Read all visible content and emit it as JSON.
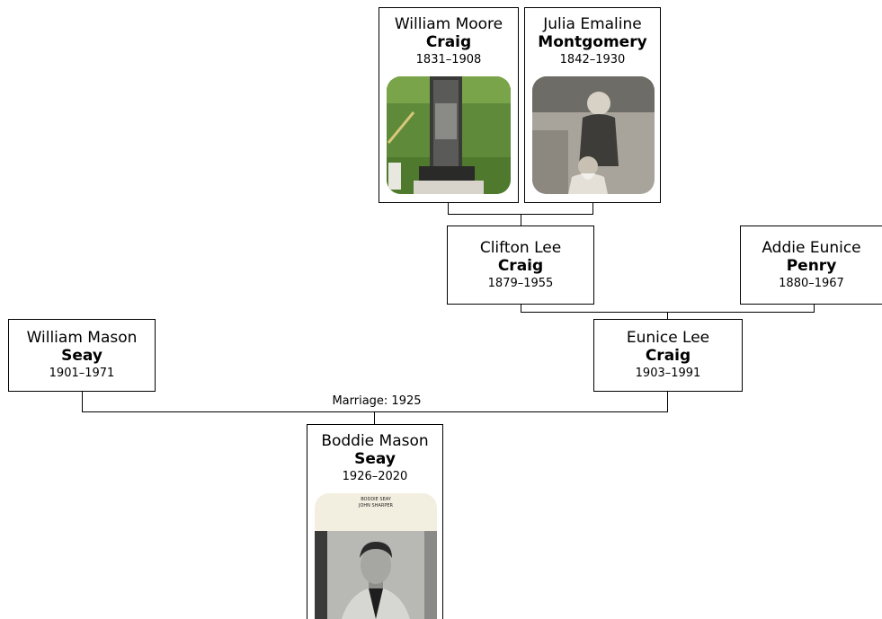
{
  "people": {
    "william_moore": {
      "given": "William Moore",
      "surname": "Craig",
      "dates": "1831–1908",
      "photo": "gravestone-photo"
    },
    "julia_emaline": {
      "given": "Julia Emaline",
      "surname": "Montgomery",
      "dates": "1842–1930",
      "photo": "portrait-photo"
    },
    "clifton_lee": {
      "given": "Clifton Lee",
      "surname": "Craig",
      "dates": "1879–1955"
    },
    "addie_eunice": {
      "given": "Addie Eunice",
      "surname": "Penry",
      "dates": "1880–1967"
    },
    "william_mason": {
      "given": "William Mason",
      "surname": "Seay",
      "dates": "1901–1971"
    },
    "eunice_lee": {
      "given": "Eunice Lee",
      "surname": "Craig",
      "dates": "1903–1991"
    },
    "boddie_mason": {
      "given": "Boddie Mason",
      "surname": "Seay",
      "dates": "1926–2020",
      "photo": "yearbook-photo",
      "photo_caption": [
        "BODDIE SEAY",
        "JOHN SHARPER"
      ]
    }
  },
  "marriage": {
    "label": "Marriage: 1925"
  }
}
